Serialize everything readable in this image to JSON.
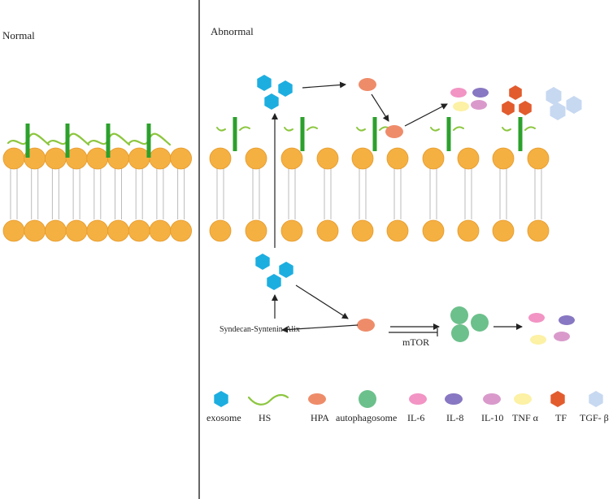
{
  "panels": {
    "normal": {
      "title": "Normal"
    },
    "abnormal": {
      "title": "Abnormal"
    }
  },
  "pathway": {
    "complex_label": "Syndecan-Syntenin-Alix",
    "inhibitor_label": "mTOR"
  },
  "colors": {
    "lipid_head": "#F5B042",
    "lipid_head_stroke": "#E49A2A",
    "tail": "#BBBBBB",
    "core_protein": "#2CA02C",
    "heparan_sulfate": "#8CC63F",
    "exosome": "#1DAEE0",
    "hpa": "#EE8C6A",
    "autophagosome": "#6CC08B",
    "il6": "#F294C4",
    "il8": "#8877C2",
    "il10": "#D99ACB",
    "tnf": "#FCF1A4",
    "tf": "#E25C2E",
    "tgf": "#C7D8F1",
    "divider": "#333333",
    "arrow": "#222222"
  },
  "legend": [
    {
      "key": "exosome",
      "label": "exosome",
      "icon": "hexagon"
    },
    {
      "key": "hs",
      "label": "HS",
      "icon": "wave"
    },
    {
      "key": "hpa",
      "label": "HPA",
      "icon": "ellipse"
    },
    {
      "key": "autophagosome",
      "label": "autophagosome",
      "icon": "circle"
    },
    {
      "key": "il6",
      "label": "IL-6",
      "icon": "ellipse"
    },
    {
      "key": "il8",
      "label": "IL-8",
      "icon": "ellipse"
    },
    {
      "key": "il10",
      "label": "IL-10",
      "icon": "ellipse"
    },
    {
      "key": "tnf",
      "label": "TNF α",
      "icon": "ellipse"
    },
    {
      "key": "tf",
      "label": "TF",
      "icon": "hexagon"
    },
    {
      "key": "tgf",
      "label": "TGF- β",
      "icon": "hexagon"
    }
  ]
}
